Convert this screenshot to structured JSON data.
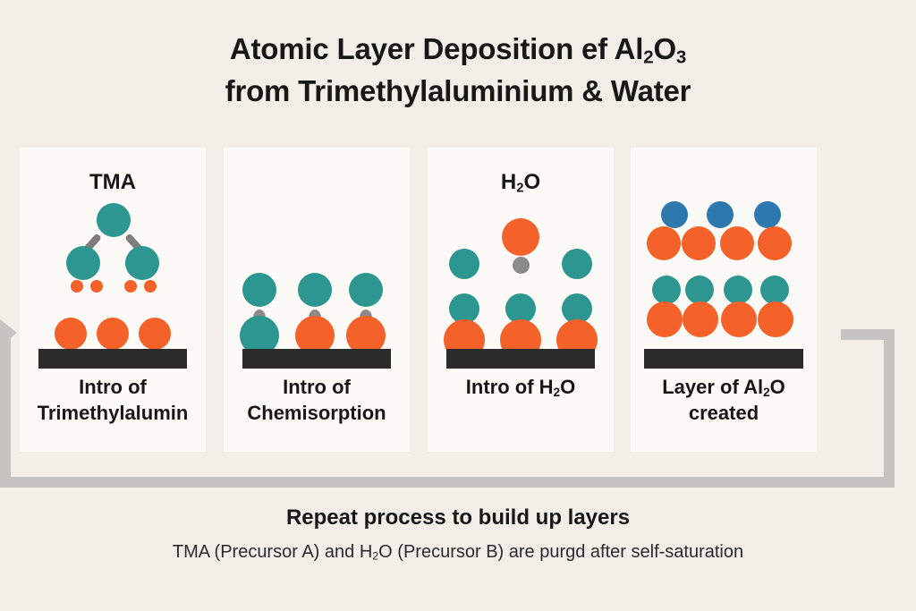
{
  "title": {
    "line1_a": "Atomic Layer Deposition ef Al",
    "line1_sub1": "2",
    "line1_b": "O",
    "line1_sub2": "3",
    "line2": "from Trimethylaluminium & Water"
  },
  "panels": [
    {
      "id": "panel-1",
      "heading": "TMA",
      "caption_line1": "Intro of",
      "caption_line2": "Trimethylalumin"
    },
    {
      "id": "panel-2",
      "heading": "",
      "caption_line1": "Intro of",
      "caption_line2": "Chemisorption"
    },
    {
      "id": "panel-3",
      "heading_a": "H",
      "heading_sub": "2",
      "heading_b": "O",
      "caption_a": "Intro of H",
      "caption_sub": "2",
      "caption_b": "O"
    },
    {
      "id": "panel-4",
      "caption_a": "Layer of Al",
      "caption_sub": "2",
      "caption_b": "O",
      "caption_line2": "created"
    }
  ],
  "footer": {
    "main": "Repeat process to build up layers",
    "sub_a": "TMA (Precursor A) and H",
    "sub_sub": "2",
    "sub_b": "O (Precursor B) are purgd after self-saturation"
  },
  "colors": {
    "background": "#f2efe9",
    "panel": "#fbfaf7",
    "teal": "#2e9690",
    "orange": "#f4622a",
    "blue": "#2d78ae",
    "gray_bond": "#7d7d7d",
    "substrate": "#2b2b2b",
    "loop": "#c6c4c0",
    "text": "#171717"
  }
}
